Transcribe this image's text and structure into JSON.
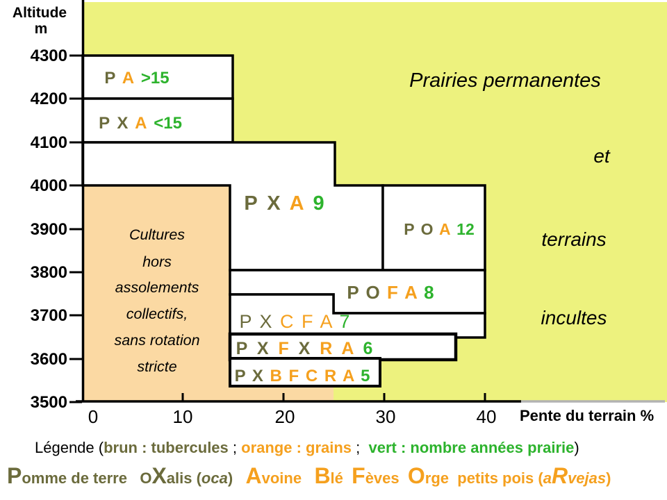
{
  "colors": {
    "brown_tubercules": "#6B6B3C",
    "orange_grains": "#F5A01E",
    "green_prairie": "#2DB32D",
    "yellow_background": "#EDF27E",
    "peach_background": "#FBD9A3",
    "line_black": "#000000"
  },
  "y_axis": {
    "title_line1": "Altitude",
    "title_line2": "m",
    "ticks": [
      "4300",
      "4200",
      "4100",
      "4000",
      "3900",
      "3800",
      "3700",
      "3600",
      "3500"
    ]
  },
  "x_axis": {
    "ticks": [
      "0",
      "10",
      "20",
      "30",
      "40"
    ],
    "title": "Pente du terrain %"
  },
  "background_labels": {
    "prairies": "Prairies permanentes",
    "et": "et",
    "terrains": "terrains",
    "incultes": "incultes"
  },
  "cultures_box": {
    "lines": [
      "Cultures",
      "hors",
      "assolements",
      "collectifs,",
      "sans rotation",
      "stricte"
    ]
  },
  "boxes": [
    {
      "name": "rotation-pa-sup15",
      "tokens": [
        {
          "t": "P ",
          "c": "brown"
        },
        {
          "t": "A ",
          "c": "orange"
        },
        {
          "t": ">15",
          "c": "green"
        }
      ]
    },
    {
      "name": "rotation-pxa-inf15",
      "tokens": [
        {
          "t": "P ",
          "c": "brown"
        },
        {
          "t": "X ",
          "c": "brown"
        },
        {
          "t": "A ",
          "c": "orange"
        },
        {
          "t": "<15",
          "c": "green"
        }
      ]
    },
    {
      "name": "rotation-pxa-9",
      "tokens": [
        {
          "t": "P ",
          "c": "brown"
        },
        {
          "t": "X ",
          "c": "brown"
        },
        {
          "t": "A ",
          "c": "orange"
        },
        {
          "t": "9",
          "c": "green"
        }
      ]
    },
    {
      "name": "rotation-poa-12",
      "tokens": [
        {
          "t": "P ",
          "c": "brown"
        },
        {
          "t": "O ",
          "c": "brown"
        },
        {
          "t": "A ",
          "c": "orange"
        },
        {
          "t": "12",
          "c": "green"
        }
      ]
    },
    {
      "name": "rotation-pofa-8",
      "tokens": [
        {
          "t": "P ",
          "c": "brown"
        },
        {
          "t": "O ",
          "c": "brown"
        },
        {
          "t": "F ",
          "c": "orange"
        },
        {
          "t": "A ",
          "c": "orange"
        },
        {
          "t": "8",
          "c": "green"
        }
      ]
    },
    {
      "name": "rotation-pxcfa-7",
      "tokens": [
        {
          "t": "P ",
          "c": "brown"
        },
        {
          "t": "X ",
          "c": "brown"
        },
        {
          "t": "C ",
          "c": "orange"
        },
        {
          "t": "F ",
          "c": "orange"
        },
        {
          "t": "A ",
          "c": "orange"
        },
        {
          "t": "7",
          "c": "green"
        }
      ]
    },
    {
      "name": "rotation-pxfxra-6",
      "tokens": [
        {
          "t": "P ",
          "c": "brown"
        },
        {
          "t": "X ",
          "c": "brown"
        },
        {
          "t": "F ",
          "c": "orange"
        },
        {
          "t": "X ",
          "c": "brown"
        },
        {
          "t": "R ",
          "c": "orange"
        },
        {
          "t": "A ",
          "c": "orange"
        },
        {
          "t": "6",
          "c": "green"
        }
      ]
    },
    {
      "name": "rotation-pxbfcra-5",
      "tokens": [
        {
          "t": "P ",
          "c": "brown"
        },
        {
          "t": "X ",
          "c": "brown"
        },
        {
          "t": "B ",
          "c": "orange"
        },
        {
          "t": "F ",
          "c": "orange"
        },
        {
          "t": "C ",
          "c": "orange"
        },
        {
          "t": "R ",
          "c": "orange"
        },
        {
          "t": "A ",
          "c": "orange"
        },
        {
          "t": "5",
          "c": "green"
        }
      ]
    }
  ],
  "legend": {
    "tokens": [
      {
        "t": "Légende ("
      },
      {
        "t": "brun : tubercules",
        "c": "brown",
        "b": 1
      },
      {
        "t": " ; "
      },
      {
        "t": "orange : grains",
        "c": "orange",
        "b": 1
      },
      {
        "t": " ;  "
      },
      {
        "t": "vert : nombre années prairie",
        "c": "green",
        "b": 1
      },
      {
        "t": ")"
      }
    ]
  },
  "crops": {
    "tokens": [
      {
        "t": "P",
        "c": "brown",
        "b": 1,
        "big": 1
      },
      {
        "t": "omme de terre",
        "c": "brown",
        "b": 1
      },
      {
        "t": "   "
      },
      {
        "t": "O",
        "c": "brown",
        "b": 1
      },
      {
        "t": "X",
        "c": "brown",
        "b": 1,
        "big": 1
      },
      {
        "t": "alis (",
        "c": "brown",
        "b": 1
      },
      {
        "t": "oca",
        "c": "brown",
        "b": 1,
        "i": 1
      },
      {
        "t": ")",
        "c": "brown",
        "b": 1
      },
      {
        "t": "   "
      },
      {
        "t": "A",
        "c": "orange",
        "b": 1,
        "big": 1
      },
      {
        "t": "voine",
        "c": "orange",
        "b": 1
      },
      {
        "t": "   "
      },
      {
        "t": "B",
        "c": "orange",
        "b": 1,
        "big": 1
      },
      {
        "t": "lé",
        "c": "orange",
        "b": 1
      },
      {
        "t": "  "
      },
      {
        "t": "F",
        "c": "orange",
        "b": 1,
        "big": 1
      },
      {
        "t": "èves",
        "c": "orange",
        "b": 1
      },
      {
        "t": "  "
      },
      {
        "t": "O",
        "c": "orange",
        "b": 1,
        "big": 1
      },
      {
        "t": "rge",
        "c": "orange",
        "b": 1
      },
      {
        "t": "  "
      },
      {
        "t": "petits pois (",
        "c": "orange",
        "b": 1
      },
      {
        "t": "a",
        "c": "orange",
        "b": 1,
        "i": 1
      },
      {
        "t": "R",
        "c": "orange",
        "b": 1,
        "big": 1,
        "i": 1
      },
      {
        "t": "vejas",
        "c": "orange",
        "b": 1,
        "i": 1
      },
      {
        "t": ")",
        "c": "orange",
        "b": 1
      }
    ]
  },
  "chart_data": {
    "type": "table",
    "title": "Rotations de cultures selon altitude et pente",
    "xlabel": "Pente du terrain %",
    "ylabel": "Altitude m",
    "xlim": [
      0,
      40
    ],
    "ylim": [
      3500,
      4300
    ],
    "x_ticks": [
      0,
      10,
      20,
      30,
      40
    ],
    "y_ticks": [
      3500,
      3600,
      3700,
      3800,
      3900,
      4000,
      4100,
      4200,
      4300
    ],
    "code_key": {
      "P": "Pomme de terre",
      "X": "OXalis (oca)",
      "A": "Avoine",
      "B": "Blé",
      "F": "Fèves",
      "O": "Orge",
      "R": "petits pois (aRvejas)"
    },
    "color_key": {
      "brun": "tubercules",
      "orange": "grains",
      "vert": "nombre années prairie"
    },
    "zones": [
      {
        "rotation": "P A",
        "annees_prairie": ">15",
        "altitude_m": [
          4200,
          4300
        ],
        "pente_pct": [
          0,
          15
        ]
      },
      {
        "rotation": "P X A",
        "annees_prairie": "<15",
        "altitude_m": [
          4100,
          4200
        ],
        "pente_pct": [
          0,
          15
        ]
      },
      {
        "rotation": "P X A",
        "annees_prairie": "9",
        "altitude_m": [
          3800,
          4100
        ],
        "pente_pct": [
          0,
          30
        ]
      },
      {
        "rotation": "P O A",
        "annees_prairie": "12",
        "altitude_m": [
          3800,
          4000
        ],
        "pente_pct": [
          30,
          40
        ]
      },
      {
        "rotation": "P O F A",
        "annees_prairie": "8",
        "altitude_m": [
          3700,
          3800
        ],
        "pente_pct": [
          15,
          40
        ]
      },
      {
        "rotation": "P X C F A",
        "annees_prairie": "7",
        "altitude_m": [
          3650,
          3750
        ],
        "pente_pct": [
          15,
          40
        ]
      },
      {
        "rotation": "P X F X R A",
        "annees_prairie": "6",
        "altitude_m": [
          3600,
          3660
        ],
        "pente_pct": [
          15,
          37
        ]
      },
      {
        "rotation": "P X B F C R A",
        "annees_prairie": "5",
        "altitude_m": [
          3540,
          3600
        ],
        "pente_pct": [
          15,
          30
        ]
      },
      {
        "zone": "Cultures hors assolements collectifs, sans rotation stricte",
        "altitude_m": [
          3500,
          4000
        ],
        "pente_pct": [
          0,
          25
        ]
      },
      {
        "zone": "Prairies permanentes et terrains incultes",
        "altitude_m": [
          3500,
          4300
        ],
        "pente_pct": [
          0,
          40
        ]
      }
    ]
  }
}
